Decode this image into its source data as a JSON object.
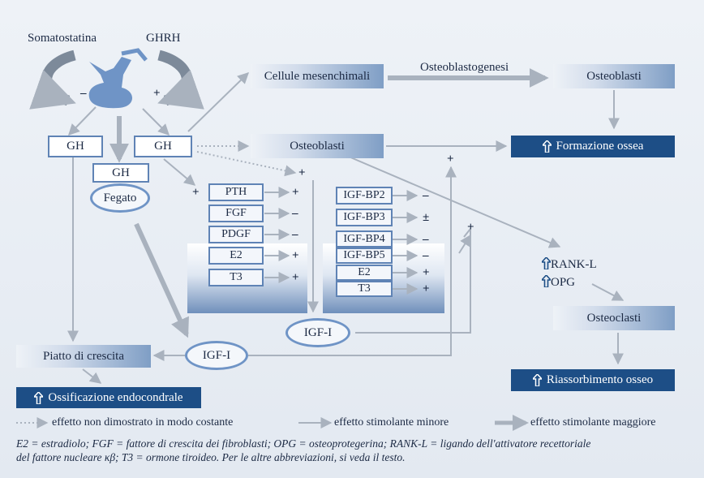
{
  "hypothalamus": {
    "left_label": "Somatostatina",
    "right_label": "GHRH",
    "minus": "–",
    "plus": "+"
  },
  "gh_boxes": {
    "left": "GH",
    "middle": "GH",
    "liver_gh": "GH"
  },
  "liver": "Fegato",
  "cells": {
    "mesenchymal": "Cellule mesenchimali",
    "osteoblastogenesis": "Osteoblastogenesi",
    "osteoblasts_top": "Osteoblasti",
    "osteoblasts_mid": "Osteoblasti",
    "osteoclasts": "Osteoclasti"
  },
  "outcomes": {
    "bone_formation": "Formazione ossea",
    "bone_resorption": "Riassorbimento osseo",
    "endochondral": "Ossificazione endocondrale"
  },
  "growth_plate": "Piatto di crescita",
  "igf1_center": "IGF-I",
  "igf1_liver": "IGF-I",
  "rank": {
    "rankl": "RANK-L",
    "opg": "OPG"
  },
  "factors_left": [
    {
      "label": "PTH",
      "sign": "+"
    },
    {
      "label": "FGF",
      "sign": "–"
    },
    {
      "label": "PDGF",
      "sign": "–"
    },
    {
      "label": "E2",
      "sign": "+"
    },
    {
      "label": "T3",
      "sign": "+"
    }
  ],
  "factors_right": [
    {
      "label": "IGF-BP2",
      "sign": "–"
    },
    {
      "label": "IGF-BP3",
      "sign": "±"
    },
    {
      "label": "IGF-BP4",
      "sign": "–"
    },
    {
      "label": "IGF-BP5",
      "sign": "–"
    },
    {
      "label": "E2",
      "sign": "+"
    },
    {
      "label": "T3",
      "sign": "+"
    }
  ],
  "signs": {
    "left_factor_plus": "+",
    "gh_dotted_plus": "+",
    "formation_plus": "+",
    "igf_plus": "+"
  },
  "legend": {
    "dotted": "effetto non dimostrato in modo costante",
    "minor": "effetto stimolante minore",
    "major": "effetto stimolante maggiore"
  },
  "footnote_line1": "E2 = estradiolo; FGF = fattore di crescita dei fibroblasti; OPG = osteoprotegerina; RANK-L = ligando dell'attivatore recettoriale",
  "footnote_line2": "del fattore nucleare κβ; T3 = ormone tiroideo. Per le altre abbreviazioni, si veda il testo.",
  "colors": {
    "arrow": "#a9b2be",
    "dark_box": "#1d4e86",
    "border": "#5f83b5",
    "gland": "#6f94c6"
  }
}
